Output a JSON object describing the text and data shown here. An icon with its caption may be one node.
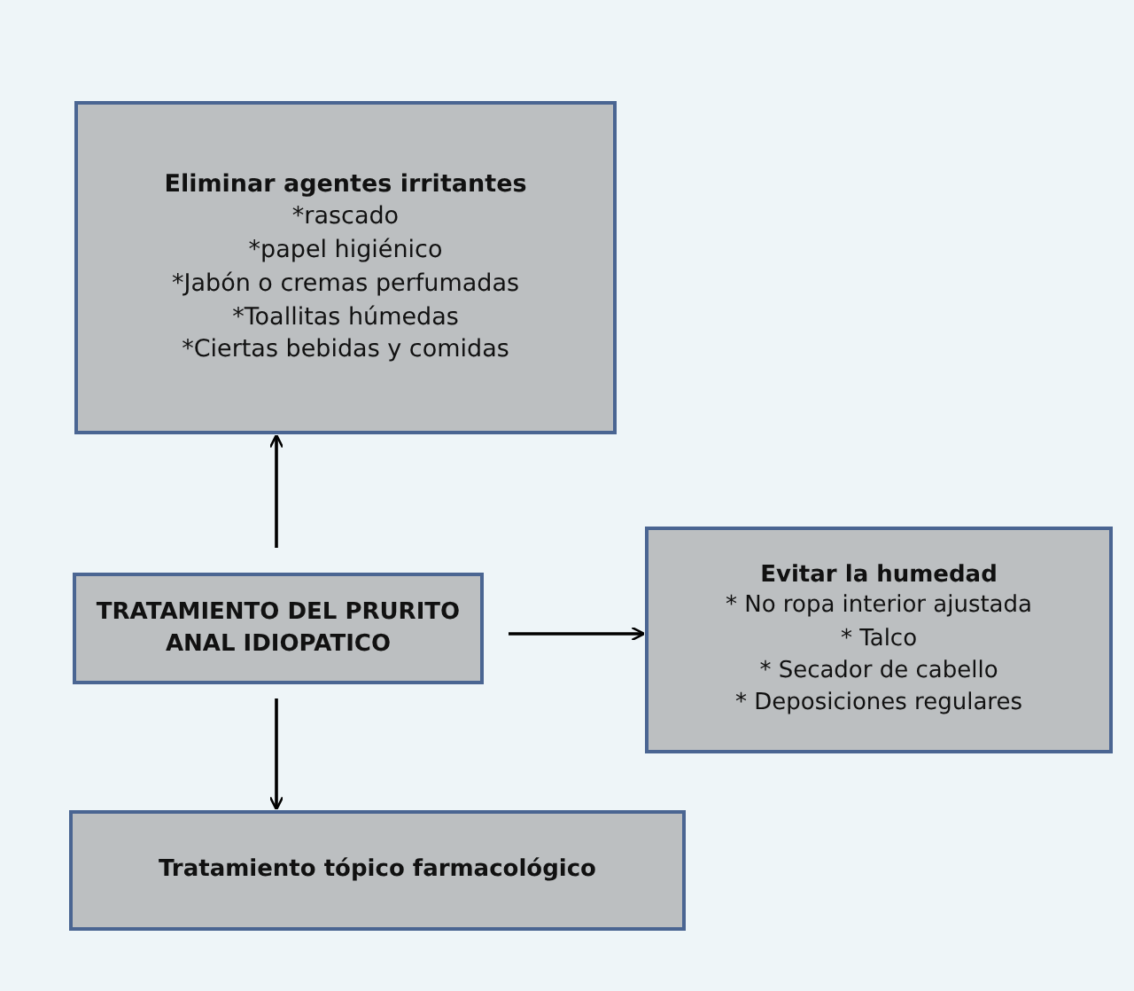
{
  "diagram": {
    "nodes": [
      {
        "text": [
          "Eliminar agentes irritantes",
          "*rascado",
          "*papel higiénico",
          "*Jabón o cremas perfumadas",
          "*Toallitas húmedas",
          "*Ciertas bebidas y comidas"
        ]
      },
      {
        "text": [
          "TRATAMIENTO DEL PRURITO ANAL IDIOPATICO"
        ]
      },
      {
        "text": [
          "Evitar la humedad",
          "* No ropa interior ajustada",
          "* Talco",
          "* Secador de cabello",
          "* Deposiciones regulares"
        ]
      },
      {
        "text": [
          "Tratamiento tópico farmacológico"
        ]
      }
    ],
    "edges": [
      {
        "from": 1,
        "to": 0,
        "arrow": "to"
      },
      {
        "from": 1,
        "to": 2,
        "arrow": "to"
      },
      {
        "from": 1,
        "to": 3,
        "arrow": "to"
      }
    ]
  }
}
